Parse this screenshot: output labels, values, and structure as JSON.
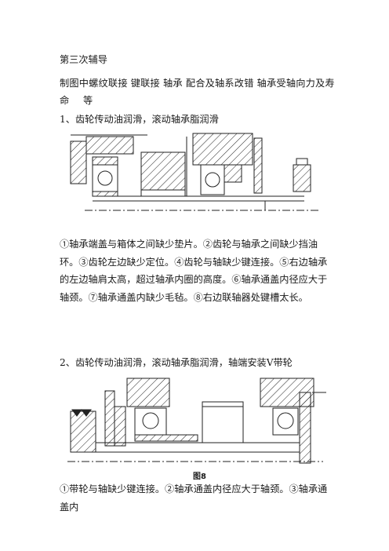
{
  "heading": "第三次辅导",
  "topics": {
    "line1": "制图中螺纹联接 键联接 轴承 配合及轴系改错 轴承受轴向力及寿",
    "line2": "命 等"
  },
  "section1": {
    "title": "1、齿轮传动油润滑，滚动轴承脂润滑",
    "errors_text": "①轴承端盖与箱体之间缺少垫片。②齿轮与轴承之间缺少挡油环。③齿轮左边缺少定位。④齿轮与轴缺少键连接。⑤右边轴承的左边轴肩太高，超过轴承内圈的高度。⑥轴承通盖内径应大于轴颈。⑦轴承通盖内缺少毛毡。⑧右边联轴器处键槽太长。"
  },
  "section2": {
    "title": "2、齿轮传动油润滑，滚动轴承脂润滑，轴端安装V带轮",
    "figure_caption": "图8",
    "errors_text_partial": "①带轮与轴缺少键连接。②轴承通盖内径应大于轴颈。③轴承通盖内"
  }
}
